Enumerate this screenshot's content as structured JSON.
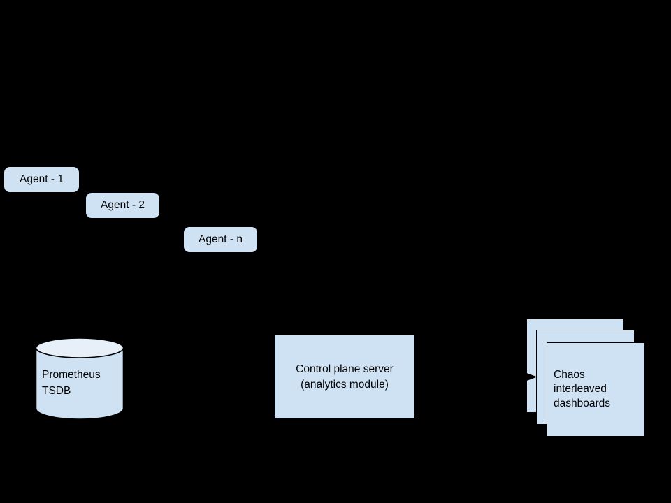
{
  "colors": {
    "background": "#000000",
    "node_fill": "#cfe2f3",
    "cylinder_top_fill": "#e7eff9",
    "stroke": "#000000",
    "text": "#000000"
  },
  "diagram": {
    "agents": [
      {
        "label": "Agent - 1"
      },
      {
        "label": "Agent - 2"
      },
      {
        "label": "Agent - n"
      }
    ],
    "prometheus_tsdb": {
      "lines": [
        "Prometheus",
        "TSDB"
      ]
    },
    "control_plane_server": {
      "lines": [
        "Control plane server",
        "(analytics module)"
      ]
    },
    "chaos_dashboards": {
      "lines": [
        "Chaos",
        "interleaved",
        "dashboards"
      ]
    }
  }
}
